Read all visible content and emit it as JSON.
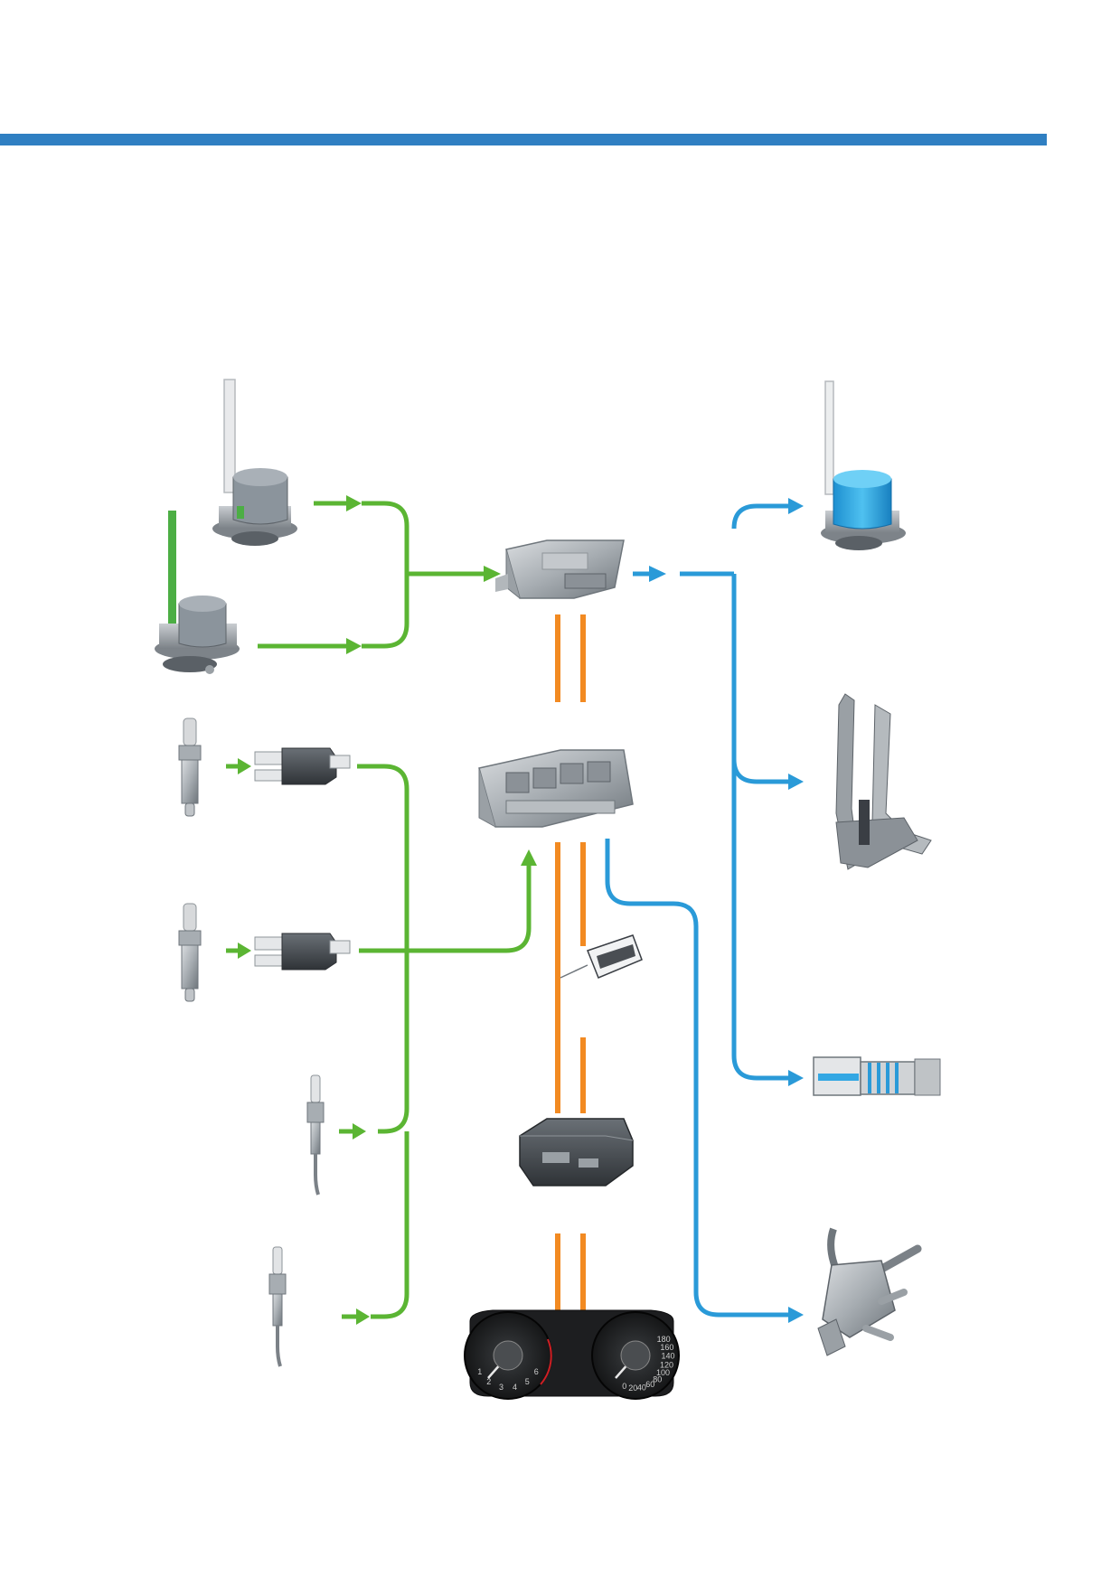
{
  "header": {
    "rule_color": "#2f7fc2"
  },
  "colors": {
    "input_signal": "#5bb533",
    "output_signal": "#2a9ad8",
    "can_bus": "#f28a22",
    "component_grey": "#8e9499",
    "component_dark": "#3a3e44",
    "actuator_blue": "#33a7e3",
    "sensor_rod_green": "#4cae44"
  },
  "diagram": {
    "inputs": [
      {
        "icon": "fuel-level-sender-icon"
      },
      {
        "icon": "fuel-pump-module-green-rod-icon"
      },
      {
        "icon": "nox-sensor-1-icon"
      },
      {
        "icon": "nox-sensor-1-control-unit-icon"
      },
      {
        "icon": "nox-sensor-2-icon"
      },
      {
        "icon": "nox-sensor-2-control-unit-icon"
      },
      {
        "icon": "exhaust-temperature-sender-1-icon"
      },
      {
        "icon": "exhaust-temperature-sender-2-icon"
      }
    ],
    "control_units": [
      {
        "icon": "reductant-control-unit-icon"
      },
      {
        "icon": "engine-control-unit-icon"
      },
      {
        "icon": "diagnostic-connector-icon"
      },
      {
        "icon": "data-bus-gateway-icon"
      },
      {
        "icon": "instrument-cluster-icon"
      }
    ],
    "outputs": [
      {
        "icon": "reductant-pump-module-icon"
      },
      {
        "icon": "heater-element-bracket-icon"
      },
      {
        "icon": "injector-valve-icon"
      },
      {
        "icon": "dosing-valve-icon"
      }
    ]
  },
  "instrument_cluster": {
    "rpm_ticks": [
      "1",
      "2",
      "3",
      "4",
      "5",
      "6"
    ],
    "speed_ticks": [
      "0",
      "20",
      "40",
      "60",
      "80",
      "100",
      "120",
      "140",
      "160",
      "180"
    ]
  }
}
